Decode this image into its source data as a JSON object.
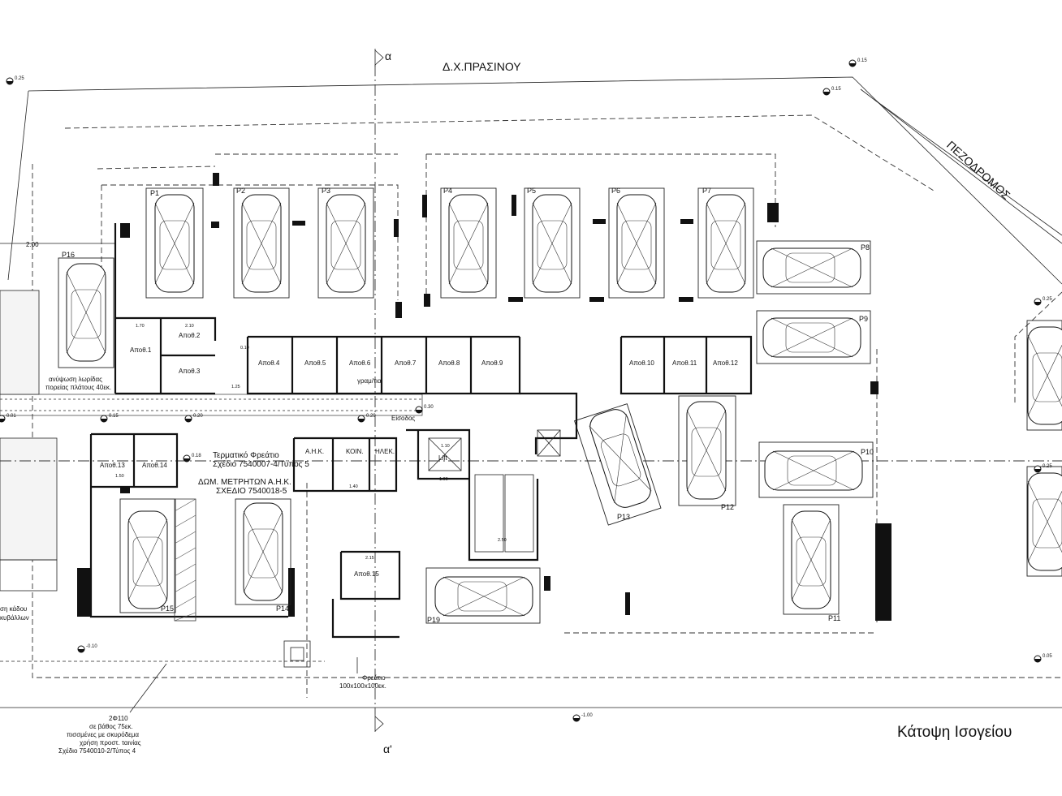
{
  "labels": {
    "street_top": "Δ.Χ.ΠΡΑΣΙΝΟΥ",
    "street_right": "ΠΕΖΟΔΡΟΜΟΣ",
    "title": "Κάτοψη Ισογείου",
    "section_top": "α",
    "section_bottom": "α'",
    "entrance": "Είσοδος",
    "lift": "Lift",
    "meter_room_1": "ΔΩΜ. ΜΕΤΡΗΤΩΝ Α.Η.Κ.",
    "meter_room_2": "ΣΧΕΔΙΟ 7540018-5",
    "terminal_pit_1": "Τερματικό Φρεάτιο",
    "terminal_pit_2": "Σχέδιο 7540007-4/Τύπος 5",
    "ahk": "Α.Η.Κ.",
    "koin": "ΚΟΙΝ.",
    "ilek": "ΗΛΕΚ.",
    "mailboxes": "γραμ/τια",
    "pit_label_1": "Φρεάτιο",
    "pit_label_2": "100x100x100εκ.",
    "pipe_note_1": "2Φ110",
    "pipe_note_2": "σε βάθος 75εκ.",
    "pipe_note_3": "πισσμένες με σκυρόδεμα",
    "pipe_note_4": "χρήση προστ. ταινίας",
    "pipe_note_5": "Σχέδιο 7540010-2/Τύπος 4",
    "curb_note_1": "ανύψωση λωρίδας",
    "curb_note_2": "πορείας πλάτους 40εκ.",
    "bin_note_1": "ση κάδου",
    "bin_note_2": "κυβάλλων",
    "dim_200": "2.00"
  },
  "storage_rooms": [
    "Αποθ.1",
    "Αποθ.2",
    "Αποθ.3",
    "Αποθ.4",
    "Αποθ.5",
    "Αποθ.6",
    "Αποθ.7",
    "Αποθ.8",
    "Αποθ.9",
    "Αποθ.10",
    "Αποθ.11",
    "Αποθ.12",
    "Αποθ.13",
    "Αποθ.14",
    "Αποθ.15"
  ],
  "parking_spaces": [
    "P1",
    "P2",
    "P3",
    "P4",
    "P5",
    "P6",
    "P7",
    "P8",
    "P9",
    "P10",
    "P11",
    "P12",
    "P13",
    "P14",
    "P15",
    "P16",
    "P19"
  ],
  "levels": [
    "0.25",
    "0.15",
    "0.15",
    "0.01",
    "0.15",
    "0.20",
    "0.29",
    "0.30",
    "0.18",
    "-0.10",
    "-1.00",
    "0.05",
    "0.25",
    "0.25"
  ],
  "dimensions": [
    "1.70",
    "2.10",
    "1.25",
    "1.50",
    "1.40",
    "1.10",
    "1.00",
    "2.50",
    "2.15",
    "0.10"
  ]
}
